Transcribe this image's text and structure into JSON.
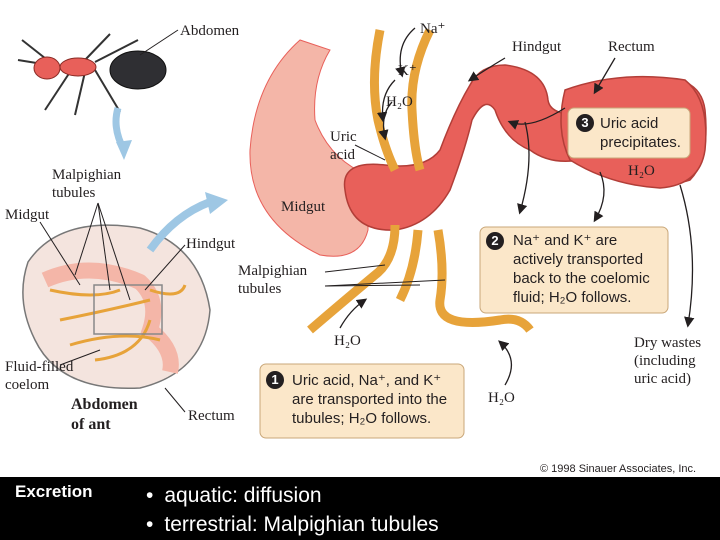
{
  "labels": {
    "abdomen": "Abdomen",
    "malpighian_tubules_1": "Malpighian",
    "malpighian_tubules_2": "tubules",
    "midgut_left": "Midgut",
    "hindgut_left": "Hindgut",
    "fluid_coelom_1": "Fluid-filled",
    "fluid_coelom_2": "coelom",
    "abdomen_ant_1": "Abdomen",
    "abdomen_ant_2": "of ant",
    "rectum_left": "Rectum",
    "na_top": "Na⁺",
    "k_top": "K⁺",
    "h2o_top": "H₂O",
    "uric_acid_1": "Uric",
    "uric_acid_2": "acid",
    "hindgut_right": "Hindgut",
    "rectum_right": "Rectum",
    "midgut_right": "Midgut",
    "malp_right_1": "Malpighian",
    "malp_right_2": "tubules",
    "h2o_mid": "H₂O",
    "h2o_rectum": "H₂O",
    "h2o_bottom": "H₂O",
    "dry_wastes_1": "Dry wastes",
    "dry_wastes_2": "(including",
    "dry_wastes_3": "uric acid)"
  },
  "steps": [
    {
      "number": "1",
      "lines": [
        "Uric acid, Na⁺, and K⁺",
        "are transported into the",
        "tubules; H₂O follows."
      ]
    },
    {
      "number": "2",
      "lines": [
        "Na⁺ and K⁺ are",
        "actively transported",
        "back to the coelomic",
        "fluid; H₂O follows."
      ]
    },
    {
      "number": "3",
      "lines": [
        "Uric acid",
        "precipitates."
      ]
    }
  ],
  "copyright": "© 1998 Sinauer Associates, Inc.",
  "bottom_bar": {
    "title": "Excretion",
    "bullets": [
      "aquatic: diffusion",
      "terrestrial: Malpighian tubules"
    ]
  },
  "colors": {
    "gut": "#e8605a",
    "gut_light": "#f4b6a8",
    "tubule": "#e7a33a",
    "box_fill": "#fbe7c9",
    "arrow_blue": "#9ec7e4",
    "bar_bg": "#000000"
  }
}
